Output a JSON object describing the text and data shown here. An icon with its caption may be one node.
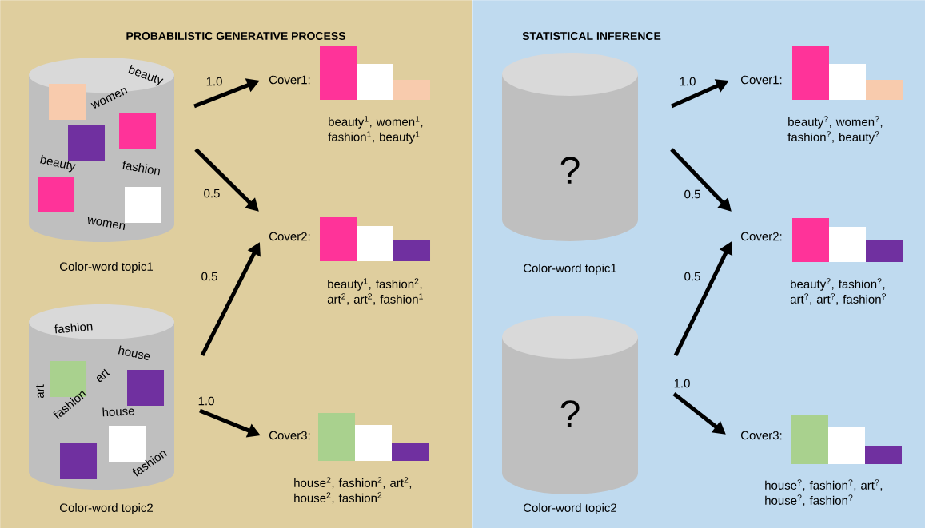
{
  "diagram": {
    "nodes": [
      {
        "text": [
          "PROBABILISTIC GENERATIVE PROCESS"
        ]
      },
      {
        "text": [
          "beauty",
          "women",
          "beauty",
          "fashion",
          "women"
        ],
        "beside": [
          "Color-word topic1"
        ],
        "in": 0
      },
      {
        "text": [
          "Cover1:",
          "beauty$^{1}$, women$^{1}$, fashion$^{1}$, beauty$^{1}$"
        ],
        "in": 0
      },
      {
        "text": [
          "Cover2:",
          "beauty$^{1}$, fashion$^{2}$, art$^{2}$, art$^{2}$, fashion$^{1}$"
        ],
        "in": 0
      },
      {
        "text": [
          "fashion",
          "house",
          "art",
          "art",
          "fashion",
          "house",
          "fashion"
        ],
        "beside": [
          "Color-word topic2"
        ],
        "in": 0
      },
      {
        "text": [
          "Cover3:",
          "house$^{2}$, fashion$^{2}$, art$^{2}$, house$^{2}$, fashion$^{2}$"
        ],
        "in": 0
      },
      {
        "text": [
          "STATISTICAL INFERENCE"
        ]
      },
      {
        "text": [
          "?"
        ],
        "beside": [
          "Color-word topic1"
        ],
        "in": 6
      },
      {
        "text": [
          "Cover1:",
          "beauty$^{?}$, women$^{?}$, fashion$^{?}$, beauty$^{?}$"
        ],
        "in": 6
      },
      {
        "text": [
          "Cover2:",
          "beauty$^{?}$, fashion$^{?}$, art$^{?}$, art$^{?}$, fashion$^{?}$"
        ],
        "in": 6
      },
      {
        "text": [
          "?"
        ],
        "beside": [
          "Color-word topic2"
        ],
        "in": 6
      },
      {
        "text": [
          "Cover3:",
          "house$^{?}$, fashion$^{?}$, art$^{?}$, house$^{?}$, fashion$^{?}$"
        ],
        "in": 6
      }
    ],
    "edges": [
      {
        "from": 1,
        "to": 2,
        "arrow": "to",
        "label": "1.0"
      },
      {
        "from": 1,
        "to": 3,
        "arrow": "to",
        "label": "0.5"
      },
      {
        "from": 4,
        "to": 3,
        "arrow": "to",
        "label": "0.5"
      },
      {
        "from": 4,
        "to": 5,
        "arrow": "to",
        "label": "1.0"
      },
      {
        "from": 7,
        "to": 8,
        "arrow": "to",
        "label": "1.0"
      },
      {
        "from": 7,
        "to": 9,
        "arrow": "to",
        "label": "0.5"
      },
      {
        "from": 10,
        "to": 9,
        "arrow": "to",
        "label": "0.5"
      },
      {
        "from": 10,
        "to": 11,
        "arrow": "to",
        "label": "1.0"
      }
    ]
  }
}
